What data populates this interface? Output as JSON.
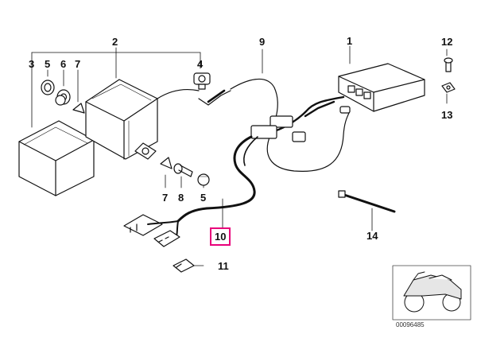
{
  "labels": {
    "p1": "1",
    "p2": "2",
    "p3": "3",
    "p4": "4",
    "p5a": "5",
    "p6": "6",
    "p7a": "7",
    "p7b": "7",
    "p8": "8",
    "p5b": "5",
    "p9": "9",
    "p10": "10",
    "p11": "11",
    "p12": "12",
    "p13": "13",
    "p14": "14"
  },
  "catalog_number": "00096485",
  "highlight_color": "#e8007a"
}
